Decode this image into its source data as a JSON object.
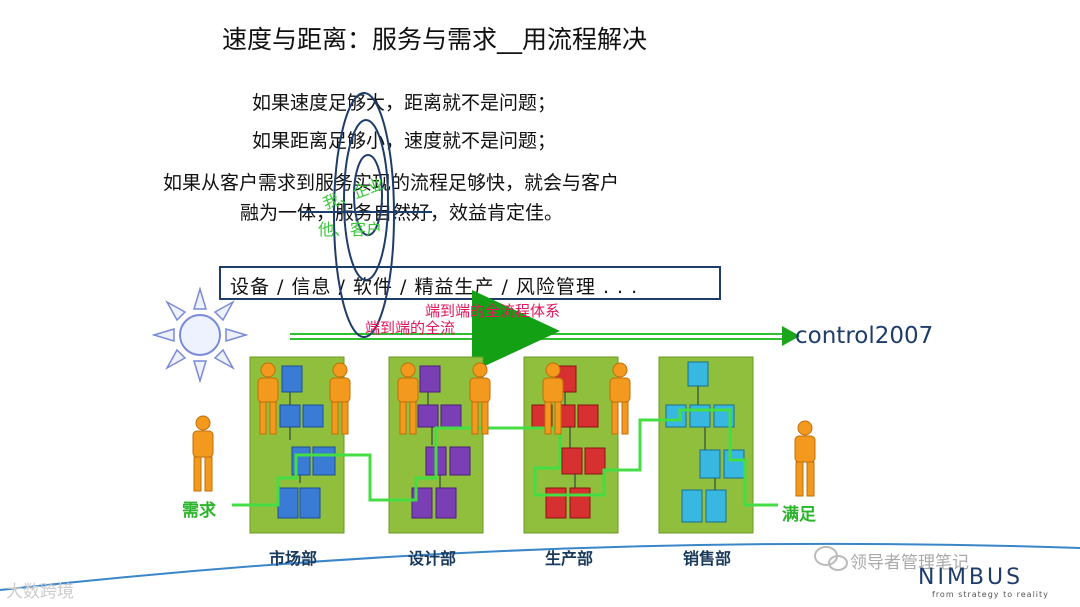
{
  "title": "速度与距离：服务与需求__用流程解决",
  "body_lines": [
    "如果速度足够大，距离就不是问题；",
    "如果距离足够小，速度就不是问题；",
    "如果从客户需求到服务实现的流程足够快，就会与客户",
    "融为一体，服务自然好，效益肯定佳。"
  ],
  "infrastructure": "设备 / 信息 / 软件 / 精益生产 / 风险管理 .  .  .",
  "spiral_labels": [
    "我、企业",
    "他、客户"
  ],
  "process_labels": [
    "端到端的全流程体系",
    "端到端的全流"
  ],
  "control_label": "control2007",
  "departments": [
    "市场部",
    "设计部",
    "生产部",
    "销售部"
  ],
  "need_label": "需求",
  "satisfy_label": "满足",
  "colors": {
    "panel": "#8fbf3c",
    "market_block": "#3a7bd5",
    "design_block": "#7b3fb5",
    "production_block": "#d63030",
    "sales_block": "#38b8e0",
    "flow_line": "#44dd44",
    "person": "#f39a1e",
    "arrow": "#1aa51a"
  },
  "watermark_right": "领导者管理笔记",
  "logo": "NIMBUS",
  "logo_tagline": "from strategy to reality",
  "watermark_left": "大数跨境"
}
